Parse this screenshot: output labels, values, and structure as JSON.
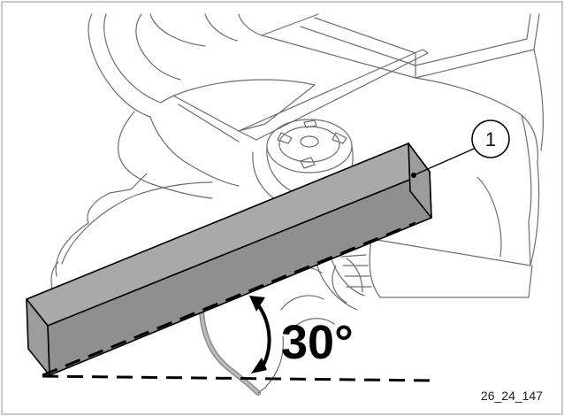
{
  "figure": {
    "callout_number": "1",
    "angle_label": "30°",
    "figure_id": "26_24_147"
  },
  "colors": {
    "beam_front": "#8f8f8f",
    "beam_top": "#a9a9a9",
    "beam_end": "#9c9c9c",
    "outline": "#000000",
    "sketch_line": "#777777",
    "strap": "#a9a9a9"
  },
  "icons": {
    "angle_arrow": "double-headed-curved-arrow",
    "callout": "numbered-circle"
  }
}
